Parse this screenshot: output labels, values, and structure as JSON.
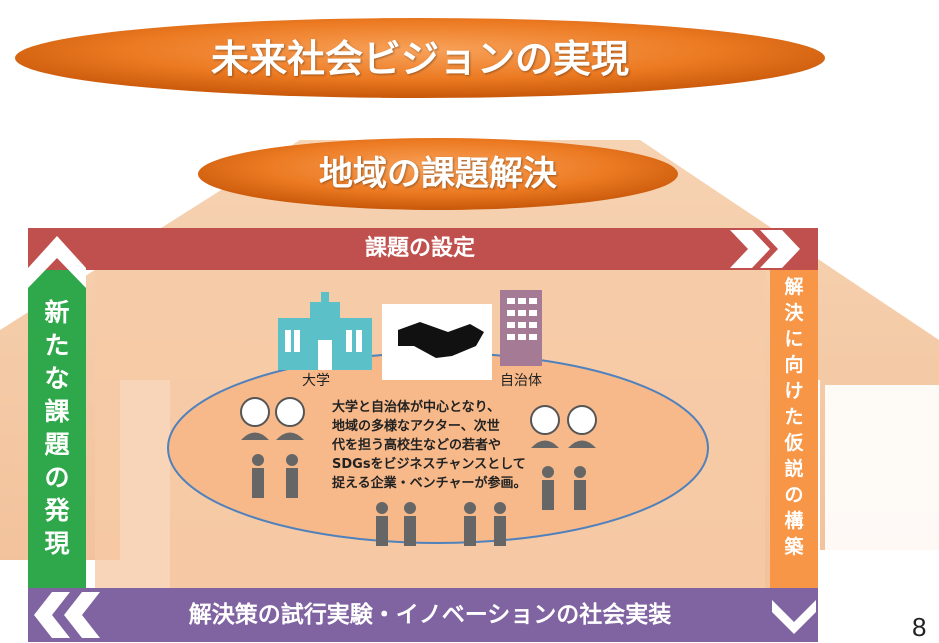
{
  "vision_title": "未来社会ビジョンの実現",
  "solution_title": "地域の課題解決",
  "top_band": "課題の設定",
  "bottom_band": "解決策の試行実験・イノベーションの社会実装",
  "left_column": [
    "新",
    "た",
    "な",
    "課",
    "題",
    "の",
    "発",
    "現"
  ],
  "right_column": [
    "解",
    "決",
    "に",
    "向",
    "け",
    "た",
    "仮",
    "説",
    "の",
    "構",
    "築"
  ],
  "university_label": "大学",
  "municipality_label": "自治体",
  "description_lines": [
    "大学と自治体が中心となり、",
    "地域の多様なアクター、次世",
    "代を担う高校生などの若者や",
    "SDGsをビジネスチャンスとして",
    "捉える企業・ベンチャーが参画。"
  ],
  "page_number": "8",
  "icons": [
    "university-building-icon",
    "handshake-icon",
    "municipality-building-icon",
    "students-icon",
    "people-icon"
  ],
  "colors": {
    "orange_pill": "#e46c0a",
    "house": "#f3c49a",
    "red_band": "#c0504d",
    "green_band": "#2ea84a",
    "purple_band": "#8064a2",
    "orange_band": "#f79646",
    "ellipse_fill": "#f7b98a",
    "ellipse_stroke": "#4f81bd",
    "building_blue": "#5bc0c8",
    "building_mauve": "#a47a94"
  }
}
